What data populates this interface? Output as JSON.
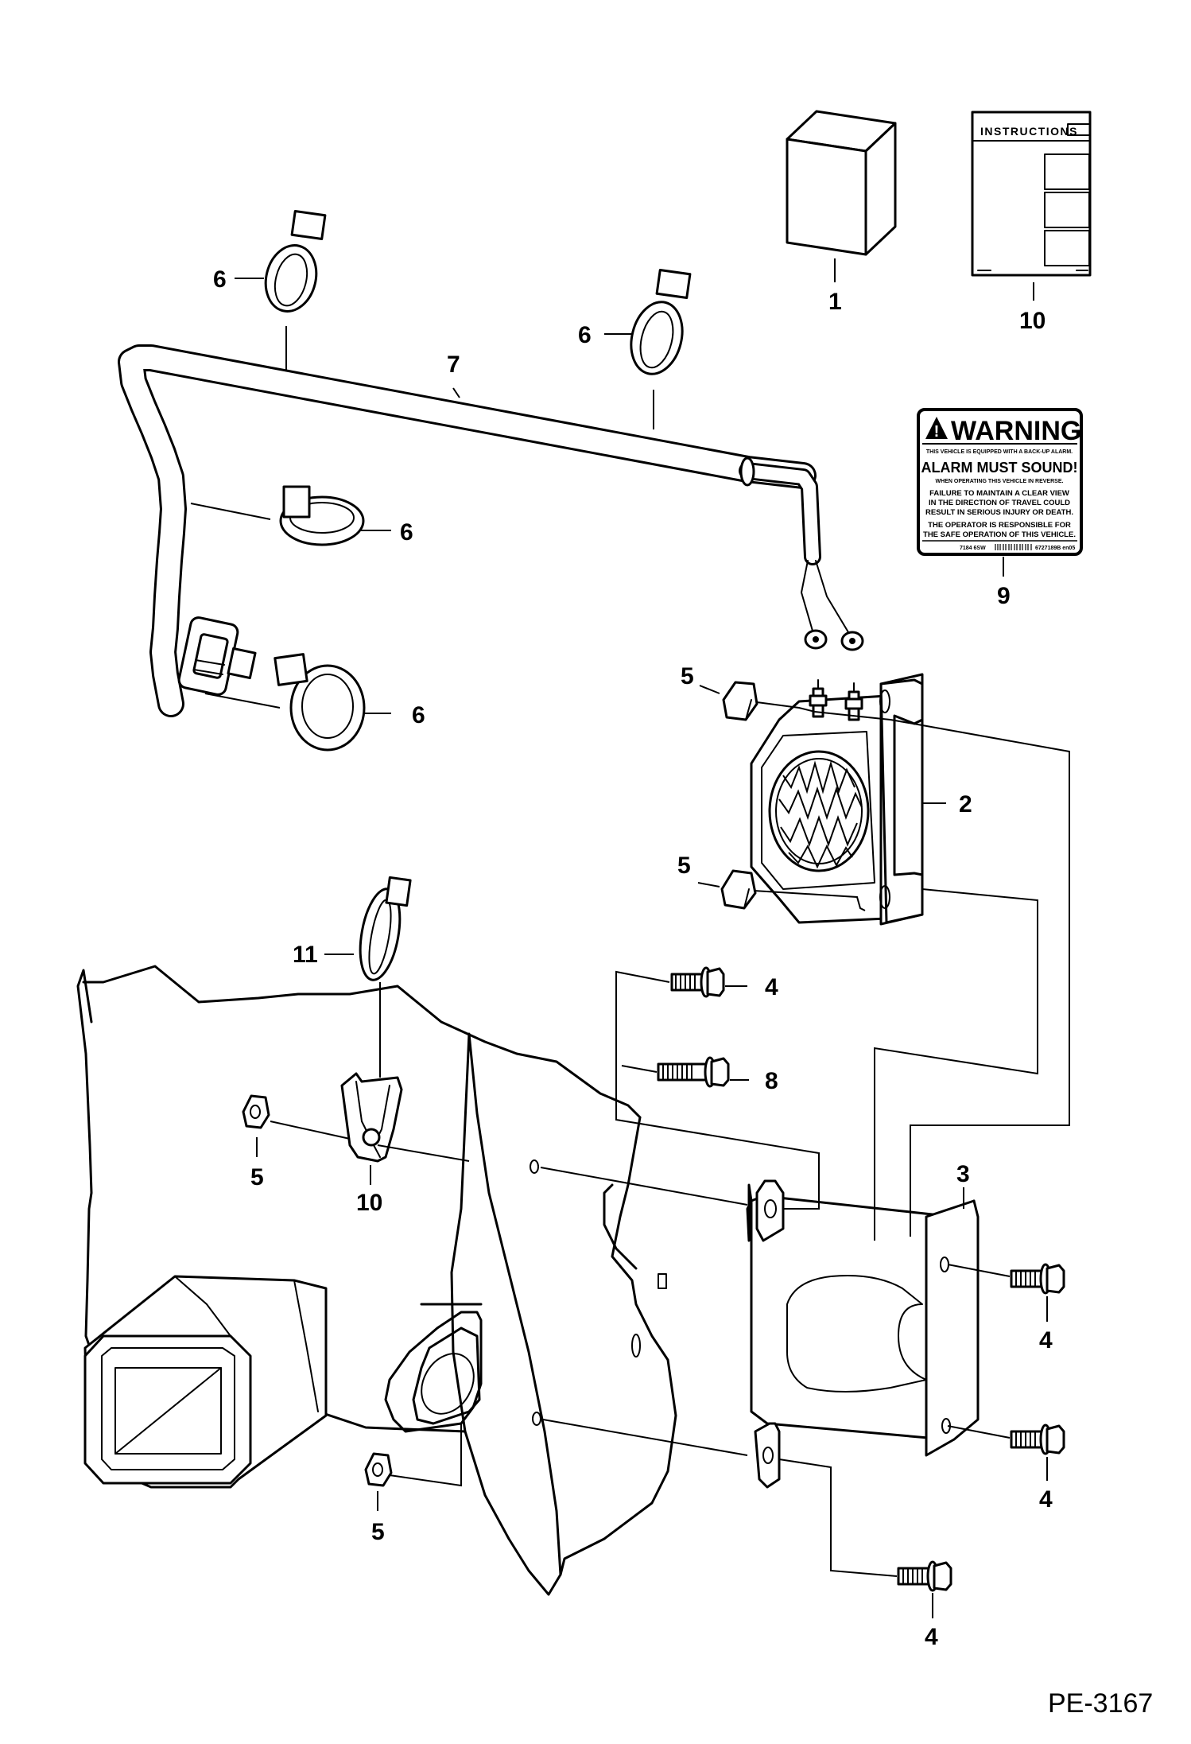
{
  "figure_ref": "PE-3167",
  "instructions_label": "INSTRUCTIONS",
  "warning_decal": {
    "heading": "WARNING",
    "line1": "THIS VEHICLE IS EQUIPPED WITH A BACK-UP ALARM.",
    "line2": "ALARM MUST SOUND!",
    "line3": "WHEN OPERATING THIS VEHICLE IN REVERSE.",
    "line4": "FAILURE TO MAINTAIN A CLEAR VIEW",
    "line5": "IN THE DIRECTION OF TRAVEL COULD",
    "line6": "RESULT IN SERIOUS INJURY OR DEATH.",
    "line7": "THE OPERATOR IS RESPONSIBLE FOR",
    "line8": "THE SAFE OPERATION OF THIS VEHICLE.",
    "part_no": "7184 6SW",
    "barcode_no": "6727189B en05"
  },
  "callouts": [
    {
      "id": "c1",
      "label": "1"
    },
    {
      "id": "c10a",
      "label": "10"
    },
    {
      "id": "c6a",
      "label": "6"
    },
    {
      "id": "c6b",
      "label": "6"
    },
    {
      "id": "c7",
      "label": "7"
    },
    {
      "id": "c6c",
      "label": "6"
    },
    {
      "id": "c6d",
      "label": "6"
    },
    {
      "id": "c9",
      "label": "9"
    },
    {
      "id": "c5a",
      "label": "5"
    },
    {
      "id": "c2",
      "label": "2"
    },
    {
      "id": "c5b",
      "label": "5"
    },
    {
      "id": "c11",
      "label": "11"
    },
    {
      "id": "c4a",
      "label": "4"
    },
    {
      "id": "c8",
      "label": "8"
    },
    {
      "id": "c5c",
      "label": "5"
    },
    {
      "id": "c10b",
      "label": "10"
    },
    {
      "id": "c3",
      "label": "3"
    },
    {
      "id": "c4b",
      "label": "4"
    },
    {
      "id": "c4c",
      "label": "4"
    },
    {
      "id": "c5d",
      "label": "5"
    },
    {
      "id": "c4d",
      "label": "4"
    }
  ]
}
